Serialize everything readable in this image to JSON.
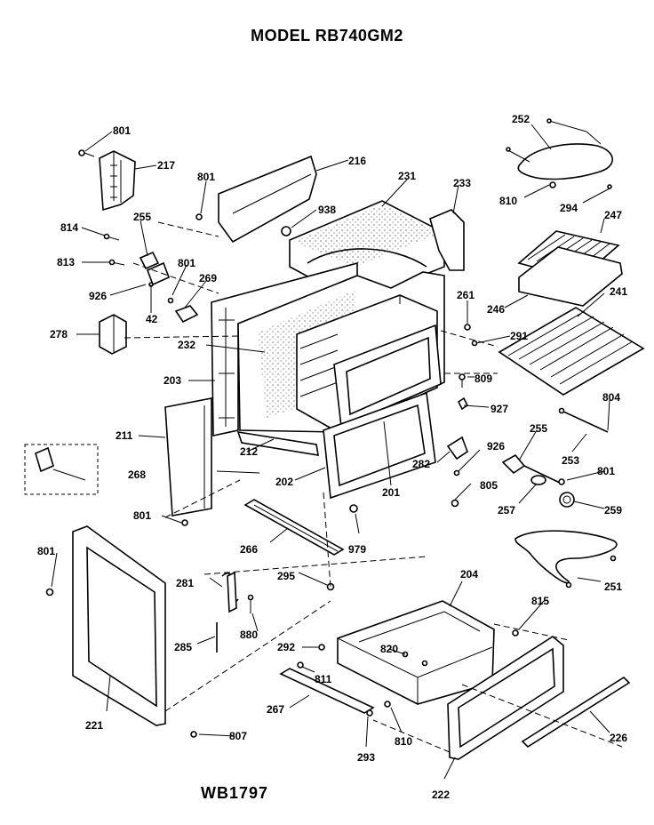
{
  "title": "MODEL RB740GM2",
  "drawing_code": "WB1797",
  "callouts": [
    {
      "id": "c801a",
      "text": "801"
    },
    {
      "id": "c217",
      "text": "217"
    },
    {
      "id": "c814",
      "text": "814"
    },
    {
      "id": "c255a",
      "text": "255"
    },
    {
      "id": "c813",
      "text": "813"
    },
    {
      "id": "c801b",
      "text": "801"
    },
    {
      "id": "c926a",
      "text": "926"
    },
    {
      "id": "c42",
      "text": "42"
    },
    {
      "id": "c269",
      "text": "269"
    },
    {
      "id": "c278",
      "text": "278"
    },
    {
      "id": "c801c",
      "text": "801"
    },
    {
      "id": "c216",
      "text": "216"
    },
    {
      "id": "c938",
      "text": "938"
    },
    {
      "id": "c231",
      "text": "231"
    },
    {
      "id": "c233",
      "text": "233"
    },
    {
      "id": "c232",
      "text": "232"
    },
    {
      "id": "c203",
      "text": "203"
    },
    {
      "id": "c261",
      "text": "261"
    },
    {
      "id": "c252",
      "text": "252"
    },
    {
      "id": "c810a",
      "text": "810"
    },
    {
      "id": "c294",
      "text": "294"
    },
    {
      "id": "c247",
      "text": "247"
    },
    {
      "id": "c246",
      "text": "246"
    },
    {
      "id": "c241",
      "text": "241"
    },
    {
      "id": "c291",
      "text": "291"
    },
    {
      "id": "c809",
      "text": "809"
    },
    {
      "id": "c927",
      "text": "927"
    },
    {
      "id": "c804",
      "text": "804"
    },
    {
      "id": "c211",
      "text": "211"
    },
    {
      "id": "c212",
      "text": "212"
    },
    {
      "id": "c268",
      "text": "268"
    },
    {
      "id": "c202",
      "text": "202"
    },
    {
      "id": "c201",
      "text": "201"
    },
    {
      "id": "c282",
      "text": "282"
    },
    {
      "id": "c926b",
      "text": "926"
    },
    {
      "id": "c255b",
      "text": "255"
    },
    {
      "id": "c253",
      "text": "253"
    },
    {
      "id": "c801d",
      "text": "801"
    },
    {
      "id": "c805",
      "text": "805"
    },
    {
      "id": "c257",
      "text": "257"
    },
    {
      "id": "c259",
      "text": "259"
    },
    {
      "id": "c801e",
      "text": "801"
    },
    {
      "id": "c266",
      "text": "266"
    },
    {
      "id": "c979",
      "text": "979"
    },
    {
      "id": "c801f",
      "text": "801"
    },
    {
      "id": "c281",
      "text": "281"
    },
    {
      "id": "c295",
      "text": "295"
    },
    {
      "id": "c204",
      "text": "204"
    },
    {
      "id": "c251",
      "text": "251"
    },
    {
      "id": "c815",
      "text": "815"
    },
    {
      "id": "c285",
      "text": "285"
    },
    {
      "id": "c880",
      "text": "880"
    },
    {
      "id": "c292",
      "text": "292"
    },
    {
      "id": "c820",
      "text": "820"
    },
    {
      "id": "c811",
      "text": "811"
    },
    {
      "id": "c221",
      "text": "221"
    },
    {
      "id": "c267",
      "text": "267"
    },
    {
      "id": "c807",
      "text": "807"
    },
    {
      "id": "c293",
      "text": "293"
    },
    {
      "id": "c810b",
      "text": "810"
    },
    {
      "id": "c226",
      "text": "226"
    },
    {
      "id": "c222",
      "text": "222"
    }
  ]
}
